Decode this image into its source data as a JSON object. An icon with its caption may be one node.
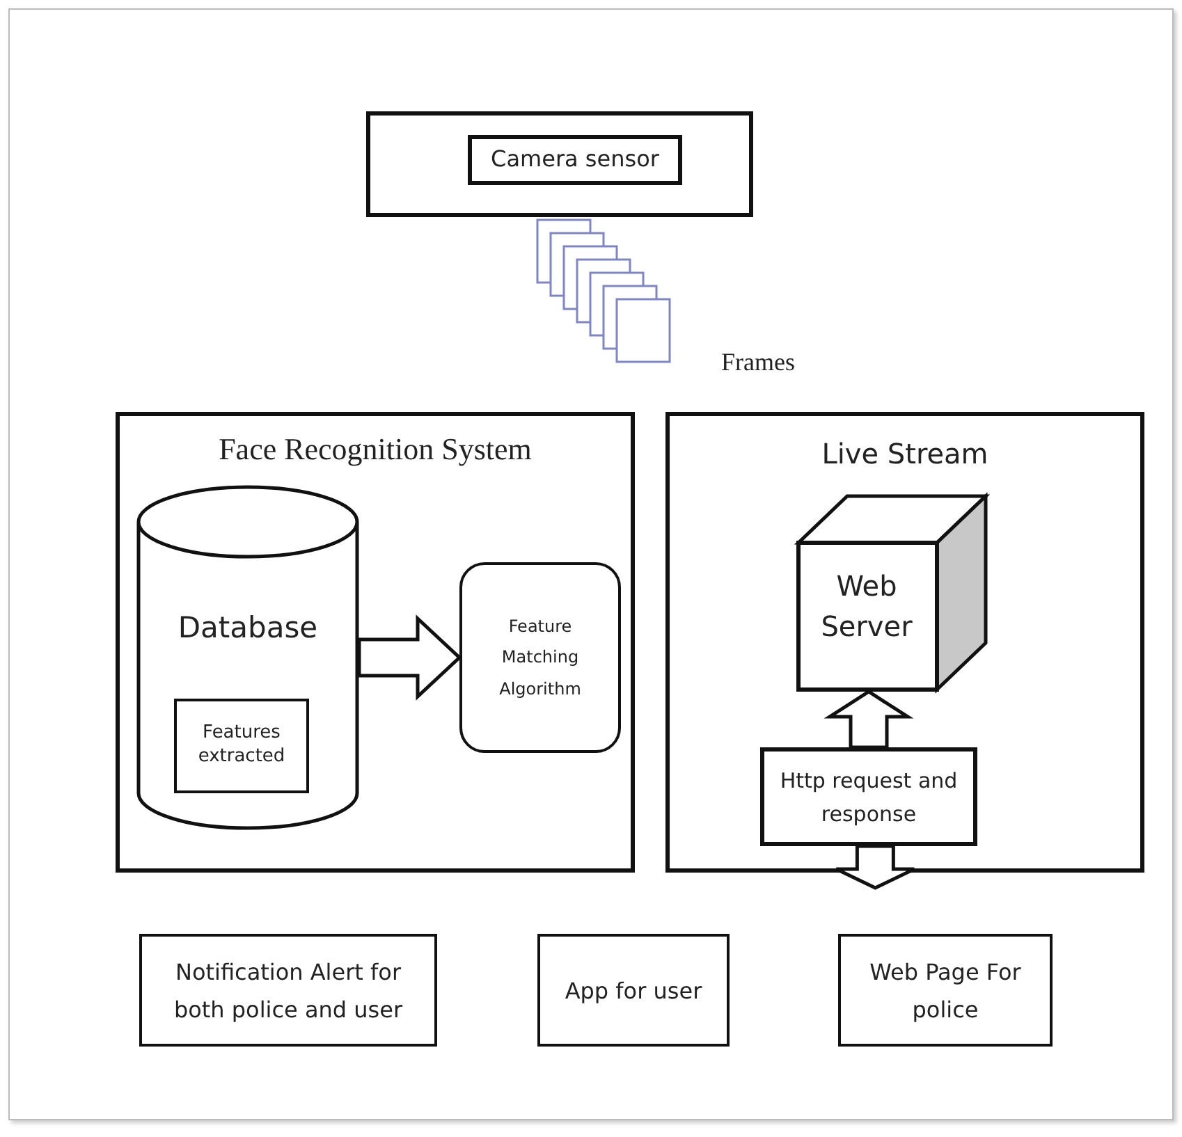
{
  "diagram": {
    "nodes": [
      {
        "text": [],
        "shape": "box"
      },
      {
        "text": [
          "Camera sensor"
        ],
        "in": 0
      },
      {
        "text": [
          "Face Recognition System"
        ]
      },
      {
        "text": [
          "Database"
        ],
        "in": 2
      },
      {
        "text": [
          "Features extracted"
        ],
        "in": 3
      },
      {
        "text": [
          "Feature Matching Algorithm"
        ],
        "in": 2
      },
      {
        "text": [
          "Live Stream"
        ]
      },
      {
        "text": [
          "Web Server"
        ],
        "in": 6
      },
      {
        "text": [
          "Http request and response"
        ],
        "in": 6
      },
      {
        "text": [
          "Notification Alert for both police and user"
        ]
      },
      {
        "text": [
          "App for user"
        ]
      },
      {
        "text": [
          "Web Page For police"
        ]
      }
    ],
    "edges": [
      {
        "from": 3,
        "to": 5,
        "arrow": "to"
      },
      {
        "from": 8,
        "to": 7,
        "arrow": "to"
      },
      {
        "from": 8,
        "to": null,
        "arrow": "to"
      }
    ],
    "labels": [
      "Frames"
    ]
  }
}
